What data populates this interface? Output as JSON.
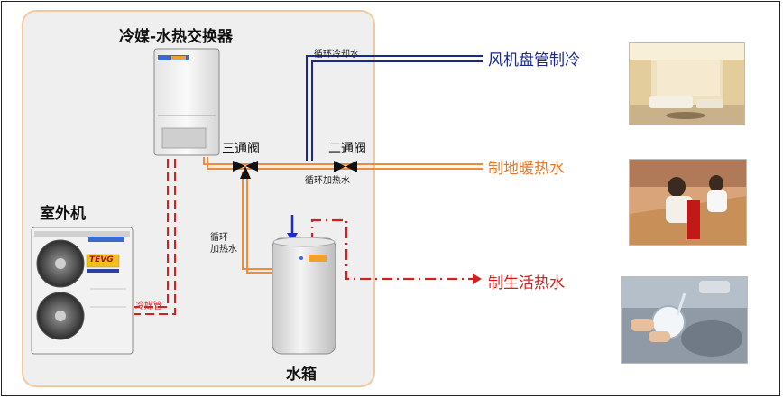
{
  "labels": {
    "exchanger": "冷媒-水热交换器",
    "outdoor_unit": "室外机",
    "water_tank": "水箱",
    "refrigerant_pipe": "冷媒管",
    "loop_cooling_water": "循环冷却水",
    "loop_heating_water": "循环加热水",
    "loop_heating_water_vertical_1": "循环",
    "loop_heating_water_vertical_2": "加热水",
    "three_way_valve": "三通阀",
    "two_way_valve": "二通阀"
  },
  "outputs": {
    "fan_coil_cooling": "风机盘管制冷",
    "floor_heating": "制地暖热水",
    "domestic_hot_water": "制生活热水"
  },
  "brand": {
    "badge": "TEVG"
  },
  "colors": {
    "cooling": "#1a2a8c",
    "heating": "#f08a3c",
    "hot_water": "#d42020",
    "panel_border": "#f2c9a0",
    "panel_bg": "#efefef"
  },
  "icons": [
    "three-way-valve-icon",
    "two-way-valve-icon",
    "arrow-down-icon",
    "arrow-right-icon"
  ]
}
